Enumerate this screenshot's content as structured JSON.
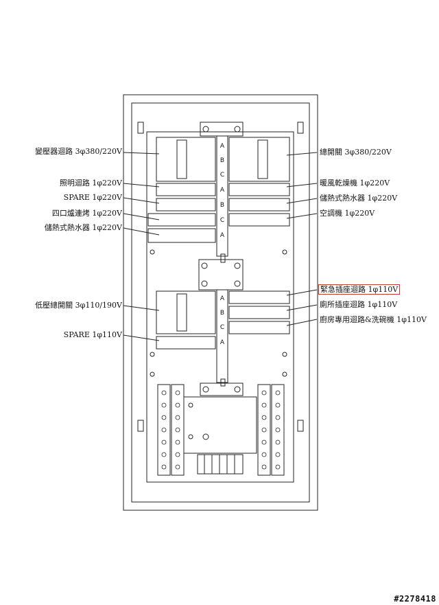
{
  "labels": {
    "left": [
      {
        "key": "transformer",
        "text": "變壓器迴路 3φ380/220V"
      },
      {
        "key": "lighting",
        "text": "照明迴路 1φ220V"
      },
      {
        "key": "spare1",
        "text": "SPARE 1φ220V"
      },
      {
        "key": "oven",
        "text": "四口爐連烤 1φ220V"
      },
      {
        "key": "heater_left",
        "text": "儲熱式熱水器 1φ220V"
      },
      {
        "key": "lv_main",
        "text": "低壓總開關 3φ110/190V"
      },
      {
        "key": "spare2",
        "text": "SPARE 1φ110V"
      }
    ],
    "right": [
      {
        "key": "main_switch",
        "text": "總開關  3φ380/220V"
      },
      {
        "key": "dryer",
        "text": "暖風乾燥機 1φ220V"
      },
      {
        "key": "heater_right",
        "text": "儲熱式熱水器 1φ220V"
      },
      {
        "key": "ac",
        "text": "空調機 1φ220V"
      },
      {
        "key": "emergency",
        "text": "緊急插座迴路 1φ110V"
      },
      {
        "key": "toilet",
        "text": "廁所插座迴路 1φ110V"
      },
      {
        "key": "kitchen",
        "text": "廚房專用迴路&洗碗機 1φ110V"
      }
    ]
  },
  "busbar_phase_labels": [
    "A",
    "B",
    "C"
  ],
  "stamp": "#2278418",
  "colors": {
    "line": "#222222",
    "highlight": "#c0392b"
  }
}
